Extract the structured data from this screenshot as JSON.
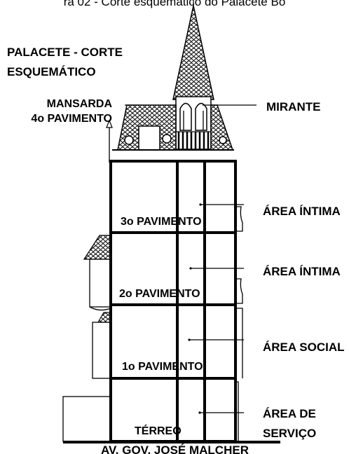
{
  "figure_caption": "ra 02 - Corte esquemático do Palacete Bo",
  "title": {
    "line1": "PALACETE - CORTE",
    "line2": "ESQUEMÁTICO"
  },
  "labels": {
    "mansarda_line1": "MANSARDA",
    "mansarda_line2": "4o PAVIMENTO",
    "mirante": "MIRANTE",
    "area_intima_1": "ÁREA ÍNTIMA",
    "area_intima_2": "ÁREA ÍNTIMA",
    "area_social": "ÁREA SOCIAL",
    "area_servico_line1": "ÁREA DE",
    "area_servico_line2": "SERVIÇO",
    "street": "AV. GOV. JOSÉ MALCHER"
  },
  "floors": {
    "pav3": "3o PAVIMENTO",
    "pav2": "2o PAVIMENTO",
    "pav1": "1o PAVIMENTO",
    "terreo": "TÉRREO"
  }
}
